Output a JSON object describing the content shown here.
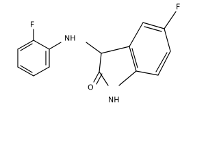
{
  "molecule": {
    "atoms": {
      "f_left": "F",
      "nh_amine": "NH",
      "f_right": "F",
      "o_carbonyl": "O",
      "nh_ring": "NH"
    }
  }
}
